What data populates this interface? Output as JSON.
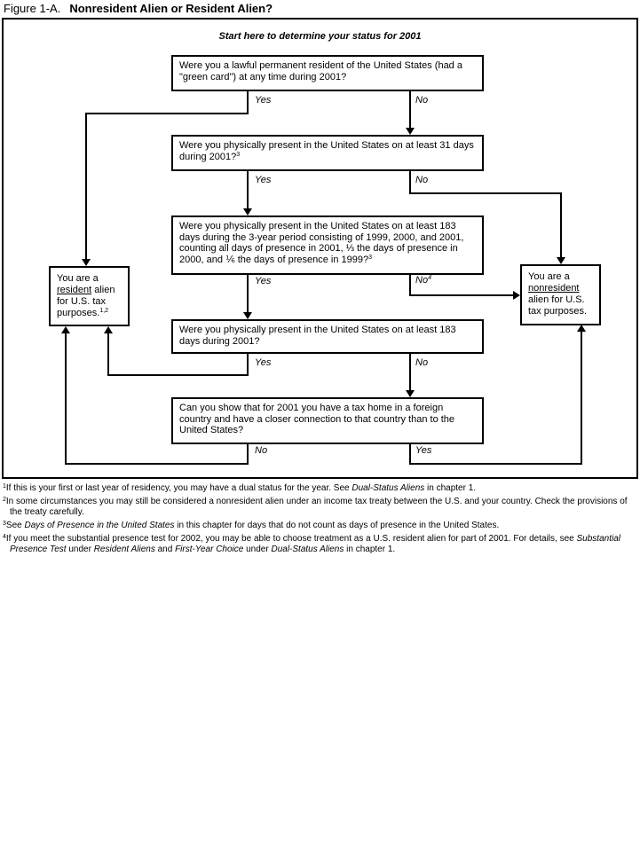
{
  "figure": {
    "label": "Figure 1-A.",
    "title": "Nonresident Alien or Resident Alien?"
  },
  "start_label": "Start here to determine your status for 2001",
  "questions": {
    "q1": {
      "text": "Were you a lawful permanent resident of the United States (had a \"green card\") at any time during 2001?",
      "sup": "",
      "yes": "Yes",
      "no": "No",
      "no_sup": ""
    },
    "q2": {
      "text": "Were you physically present in the United States on at least 31 days during 2001?",
      "sup": "3",
      "yes": "Yes",
      "no": "No",
      "no_sup": ""
    },
    "q3": {
      "text": "Were you physically present in the United States on at least 183 days during the 3-year period consisting of 1999, 2000, and 2001, counting all days of presence in 2001, ⅓ the days of presence in 2000, and ⅙ the days of presence in 1999?",
      "sup": "3",
      "yes": "Yes",
      "no": "No",
      "no_sup": "4"
    },
    "q4": {
      "text": "Were you physically present in the United States on at least 183 days during 2001?",
      "sup": "",
      "yes": "Yes",
      "no": "No",
      "no_sup": ""
    },
    "q5": {
      "text": "Can you show that for 2001 you have a tax home in a foreign country and have a closer connection to that country than to the United States?",
      "sup": "",
      "no": "No",
      "yes": "Yes"
    }
  },
  "results": {
    "resident": {
      "pre": "You are a ",
      "underlined": "resident",
      "post": " alien for U.S. tax purposes.",
      "sup": "1,2"
    },
    "nonresident": {
      "pre": "You are a ",
      "underlined": "nonresident",
      "post": " alien for U.S. tax purposes.",
      "sup": ""
    }
  },
  "footnotes": [
    {
      "sup": "1",
      "segments": [
        {
          "t": "If this is your first or last year of residency, you may have a dual status for the year. See "
        },
        {
          "t": "Dual-Status Aliens",
          "i": true
        },
        {
          "t": " in chapter 1."
        }
      ]
    },
    {
      "sup": "2",
      "segments": [
        {
          "t": "In some circumstances you may still be considered a nonresident alien under an income tax treaty between the U.S. and your country. Check the provisions of the treaty carefully."
        }
      ]
    },
    {
      "sup": "3",
      "segments": [
        {
          "t": "See "
        },
        {
          "t": "Days of Presence in the United States",
          "i": true
        },
        {
          "t": " in this chapter for days that do not count as days of presence in the United States."
        }
      ]
    },
    {
      "sup": "4",
      "segments": [
        {
          "t": "If you meet the substantial presence test for 2002, you may be able to choose treatment as a U.S. resident alien for part of 2001. For details, see "
        },
        {
          "t": "Substantial Presence Test",
          "i": true
        },
        {
          "t": " under "
        },
        {
          "t": "Resident Aliens",
          "i": true
        },
        {
          "t": " and "
        },
        {
          "t": "First-Year Choice",
          "i": true
        },
        {
          "t": " under "
        },
        {
          "t": "Dual-Status Aliens",
          "i": true
        },
        {
          "t": " in chapter 1."
        }
      ]
    }
  ]
}
